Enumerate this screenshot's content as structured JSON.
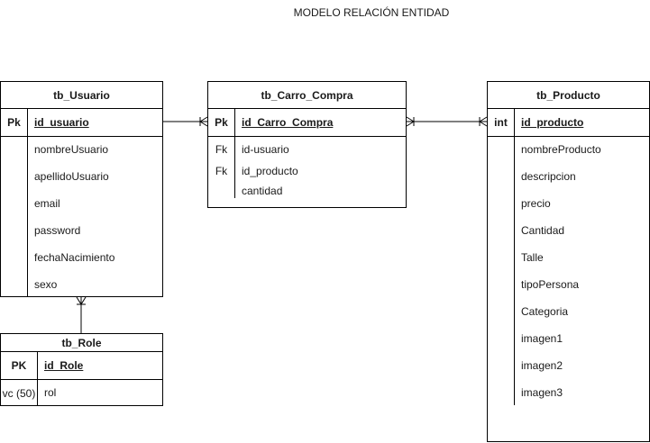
{
  "title": "MODELO RELACIÓN ENTIDAD",
  "usuario": {
    "name": "tb_Usuario",
    "pk_label": "Pk",
    "pk_field": "id_usuario",
    "fields": [
      "nombreUsuario",
      "apellidoUsuario",
      "email",
      "password",
      "fechaNacimiento",
      "sexo"
    ]
  },
  "carro": {
    "name": "tb_Carro_Compra",
    "pk_label": "Pk",
    "pk_field": "id_Carro_Compra",
    "fk_labels": [
      "Fk",
      "Fk"
    ],
    "fields": [
      "id-usuario",
      "id_producto",
      "cantidad"
    ]
  },
  "producto": {
    "name": "tb_Producto",
    "pk_label": "int",
    "pk_field": "id_producto",
    "fields": [
      "nombreProducto",
      "descripcion",
      "precio",
      "Cantidad",
      "Talle",
      "tipoPersona",
      "Categoria",
      "imagen1",
      "imagen2",
      "imagen3"
    ]
  },
  "role": {
    "name": "tb_Role",
    "pk_label": "PK",
    "pk_field": "id_Role",
    "type_label": "vc (50)",
    "fields": [
      "rol"
    ]
  }
}
